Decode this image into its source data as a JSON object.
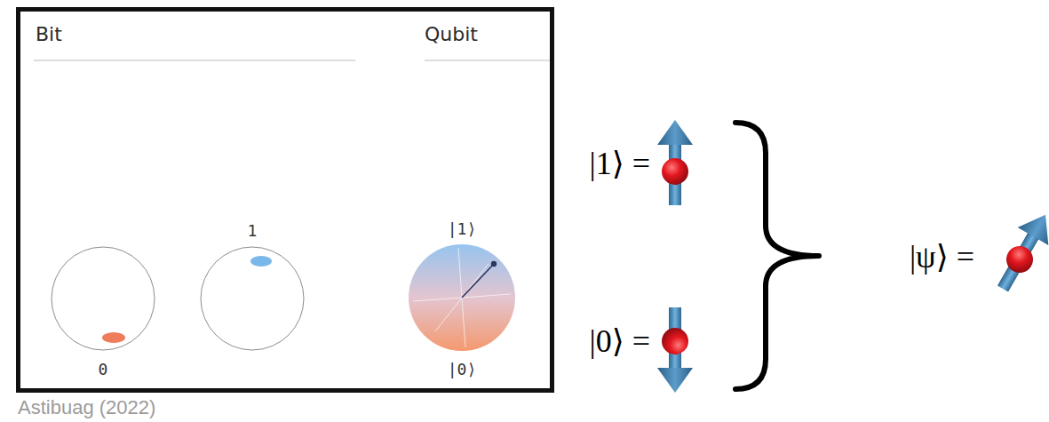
{
  "diagram": {
    "caption": "Astibuag (2022)",
    "nodes": [
      {
        "text": [
          "Bit",
          "Qubit"
        ]
      },
      {
        "text": [
          "0"
        ],
        "in": 0
      },
      {
        "text": [
          "1"
        ],
        "in": 0
      },
      {
        "text": [
          "|1⟩",
          "|0⟩"
        ],
        "in": 0
      }
    ],
    "labels": [
      "|1⟩ =",
      "|0⟩ =",
      "|ψ⟩ ="
    ]
  }
}
